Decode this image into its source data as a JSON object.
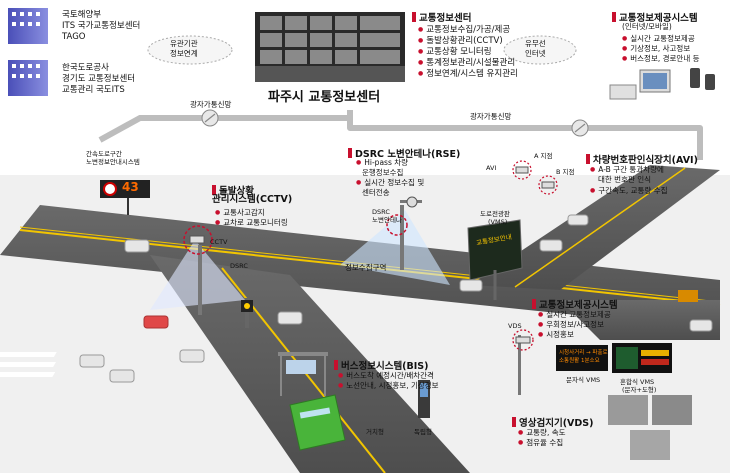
{
  "top_left": {
    "agency1": [
      "국토해양부",
      "ITS 국가교통정보센터",
      "TAGO"
    ],
    "agency2": [
      "한국도로공사",
      "경기도 교통정보센터",
      "교통관리 국도ITS"
    ]
  },
  "links": {
    "interlink": [
      "유관기관",
      "정보연계"
    ],
    "wired_wireless": [
      "유무선",
      "인터넷"
    ],
    "fiber1": "광자가통신망",
    "fiber2": "광자가통신망"
  },
  "center": {
    "title": "파주시 교통정보센터",
    "heading": "교통정보센터",
    "items": [
      "교통정보수집/가공/제공",
      "돌발상황관리(CCTV)",
      "교통상황 모니터링",
      "통계정보관리/시설물관리",
      "정보연계/시스템 유지관리"
    ]
  },
  "info_system": {
    "heading": "교통정보제공시스템",
    "sub": "(인터넷/모바일)",
    "items": [
      "실시간 교통정보제공",
      "기상정보, 사고정보",
      "버스정보, 경로안내 등"
    ]
  },
  "cctv": {
    "heading": "돌발상황",
    "heading2": "관리시스템(CCTV)",
    "items": [
      "교통사고감지",
      "교차로 교통모니터링"
    ],
    "label": "CCTV"
  },
  "rse": {
    "heading": "DSRC 노변안테나(RSE)",
    "items": [
      "Hi-pass 차량",
      "운행정보수집",
      "실시간 정보수집 및",
      "센터전송"
    ],
    "label": "DSRC",
    "label2": "노변안테나",
    "dsrc_small": "DSRC",
    "zone": "정보수집구역"
  },
  "avi": {
    "heading": "차량번호판인식장치(AVI)",
    "items": [
      "A-B 구간 통과차량에",
      "대한 번호판 인식",
      "구간속도, 교통량 수집"
    ],
    "a_point": "A 지점",
    "b_point": "B 지점",
    "avi_label": "AVI"
  },
  "vms_top": {
    "label": "도로전광판",
    "label2": "(VMS)"
  },
  "expressway_vms": {
    "label": "간속도로구간",
    "label2": "노변정보안내시스템",
    "value": "43"
  },
  "vms_bottom": {
    "heading": "교통정보제공시스템",
    "items": [
      "실시간 교통정보제공",
      "우회정보/사고정보",
      "시정홍보"
    ],
    "label": "VDS",
    "text_vms": "문자식 VMS",
    "mixed_vms": "혼합식 VMS",
    "mixed_vms2": "(문자+도형)",
    "vms_lines": [
      "시청사거리 → 파출로",
      "소통원활     1분소요"
    ]
  },
  "bis": {
    "heading": "버스정보시스템(BIS)",
    "items": [
      "버스도착 예정시간/배차간격",
      "노선안내, 시정홍보, 기상정보"
    ],
    "stand_type": "거치형",
    "independent_type": "독립형"
  },
  "vds": {
    "heading": "영상검지기(VDS)",
    "items": [
      "교통량, 속도",
      "점유율 수집"
    ]
  },
  "vms_text": "교통정보안내",
  "colors": {
    "accent": "#c8102e",
    "road": "#5a5a5a",
    "lane": "#f2c500"
  }
}
